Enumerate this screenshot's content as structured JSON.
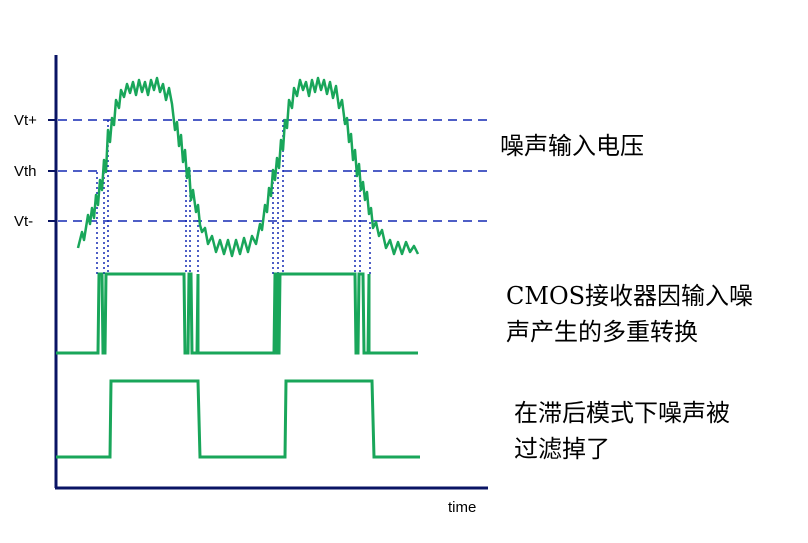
{
  "diagram": {
    "threshold_labels": {
      "vt_plus": "Vt+",
      "vth": "Vth",
      "vt_minus": "Vt-"
    },
    "time_label": "time",
    "captions": {
      "noise_input": [
        "噪声输入电压"
      ],
      "cmos_output": [
        "CMOS接收器因输入噪",
        "声产生的多重转换"
      ],
      "hysteresis_output": [
        "在滞后模式下噪声被",
        "过滤掉了"
      ]
    },
    "colors": {
      "waveform": "#19a65a",
      "threshold_line": "#1428b4",
      "axis": "#0a1464"
    }
  }
}
